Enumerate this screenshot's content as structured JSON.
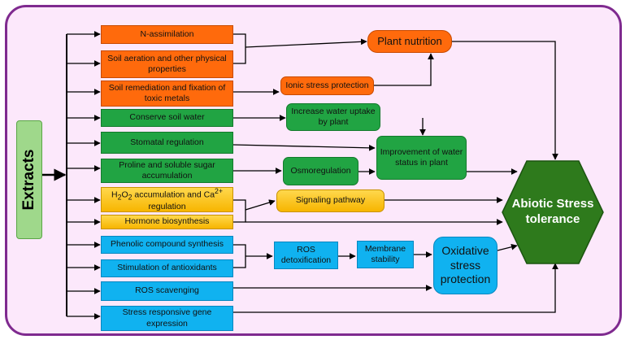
{
  "extracts_label": "Extracts",
  "actions": {
    "n_assimilation": "N-assimilation",
    "soil_aeration": "Soil aeration and other physical properties",
    "soil_remediation": "Soil remediation and fixation of toxic metals",
    "conserve_water": "Conserve soil water",
    "stomatal": "Stomatal regulation",
    "proline": "Proline and soluble sugar accumulation",
    "h2o2_pre": "H",
    "h2o2_sub1": "2",
    "h2o2_mid": "O",
    "h2o2_sub2": "2",
    "h2o2_post": " accumulation and Ca",
    "h2o2_sup": "2+",
    "h2o2_tail": "regulation",
    "hormone": "Hormone biosynthesis",
    "phenolic": "Phenolic compound synthesis",
    "antioxidants": "Stimulation of antioxidants",
    "ros_scavenging": "ROS scavenging",
    "stress_gene": "Stress responsive gene expression"
  },
  "intermediates": {
    "plant_nutrition": "Plant nutrition",
    "ionic_stress": "Ionic stress protection",
    "increase_water": "Increase water uptake by plant",
    "water_status": "Improvement of water status in plant",
    "osmoregulation": "Osmoregulation",
    "signaling": "Signaling pathway",
    "ros_detox": "ROS detoxification",
    "membrane": "Membrane stability",
    "oxidative": "Oxidative stress protection"
  },
  "outcome": "Abiotic Stress tolerance",
  "colors": {
    "frame_border": "#7f2a8f",
    "frame_fill": "#fce8fb",
    "orange": "#ff6a0c",
    "green": "#21a443",
    "yellow": "#f7b500",
    "blue": "#10b2f0",
    "hexagon": "#2e7a1c",
    "extracts": "#9fd88b"
  }
}
